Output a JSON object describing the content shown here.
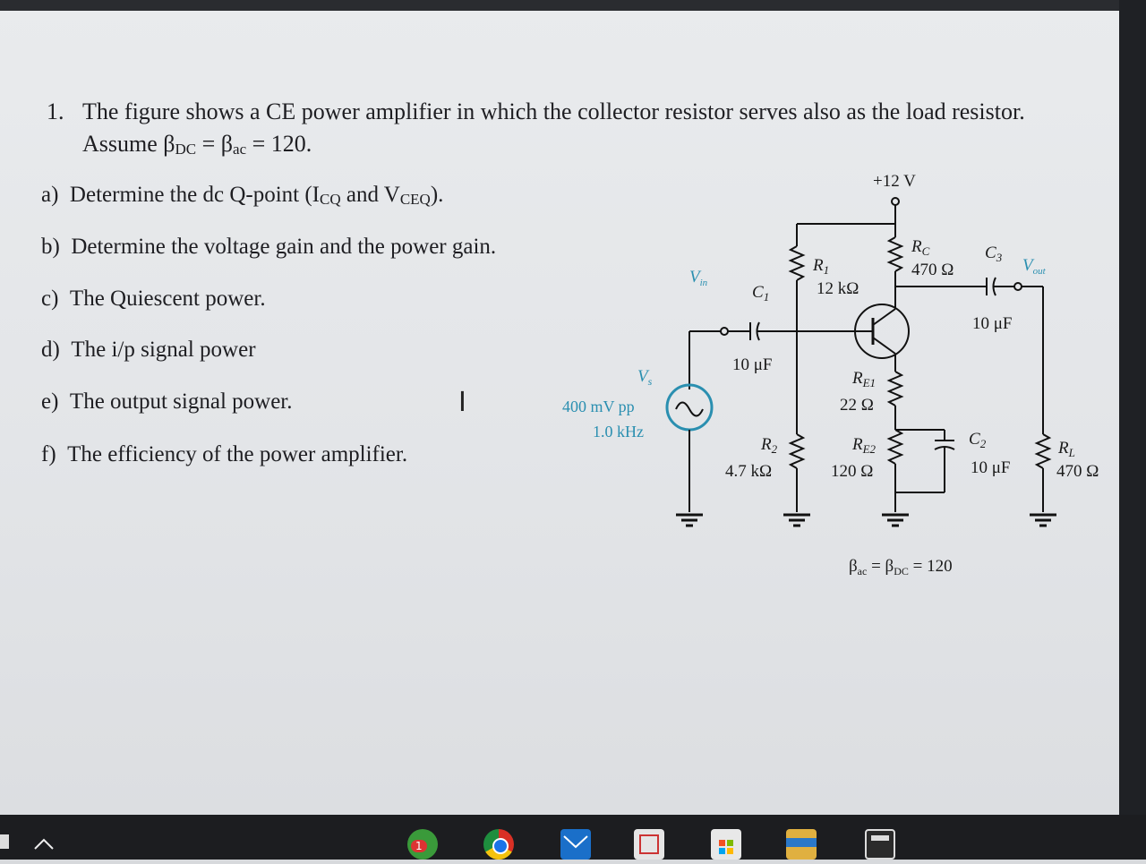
{
  "question": {
    "number": "1.",
    "line1": "The figure shows a CE power amplifier in which the collector resistor serves also as the load resistor.",
    "line2_prefix": "Assume β",
    "beta_dc_sub": "DC",
    "line2_mid": " = β",
    "beta_ac_sub": "ac",
    "line2_suffix": " = 120."
  },
  "parts": [
    {
      "id": "a",
      "label": "a)",
      "text": "Determine the dc Q-point (I",
      "sub1": "CQ",
      "mid": " and V",
      "sub2": "CEQ",
      "end": ")."
    },
    {
      "id": "b",
      "label": "b)",
      "text": "Determine the voltage gain and the power gain."
    },
    {
      "id": "c",
      "label": "c)",
      "text": "The Quiescent power."
    },
    {
      "id": "d",
      "label": "d)",
      "text": "The i/p signal power"
    },
    {
      "id": "e",
      "label": "e)",
      "text": "The output signal power."
    },
    {
      "id": "f",
      "label": "f)",
      "text": "The efficiency of the power amplifier."
    }
  ],
  "cursor": "I",
  "circuit": {
    "vcc": "+12 V",
    "rc_label": "R",
    "rc_sub": "C",
    "rc_value": "470 Ω",
    "r1_label": "R",
    "r1_sub": "1",
    "r1_value": "12 kΩ",
    "r2_label": "R",
    "r2_sub": "2",
    "r2_value": "4.7 kΩ",
    "re1_label": "R",
    "re1_sub": "E1",
    "re1_value": "22 Ω",
    "re2_label": "R",
    "re2_sub": "E2",
    "re2_value": "120 Ω",
    "rl_label": "R",
    "rl_sub": "L",
    "rl_value": "470 Ω",
    "c1_label": "C",
    "c1_sub": "1",
    "c1_value": "10 μF",
    "c2_label": "C",
    "c2_sub": "2",
    "c2_value": "10 μF",
    "c3_label": "C",
    "c3_sub": "3",
    "c3_value": "10 μF",
    "vin_label": "V",
    "vin_sub": "in",
    "vout_label": "V",
    "vout_sub": "out",
    "vs_label": "V",
    "vs_sub": "s",
    "vs_amp": "400 mV pp",
    "vs_freq": "1.0 kHz",
    "beta_prefix": "β",
    "beta_ac_sub": "ac",
    "beta_mid": " = β",
    "beta_dc_sub": "DC",
    "beta_suffix": " = 120",
    "source_color": "#2a8fb0",
    "wire_color": "#111111"
  },
  "taskbar": {
    "badge": "1",
    "icons": [
      "up-chevron-icon",
      "app-badge-icon",
      "chrome-icon",
      "mail-icon",
      "store-gift-icon",
      "store-icon",
      "folder-icon",
      "calculator-icon"
    ]
  }
}
